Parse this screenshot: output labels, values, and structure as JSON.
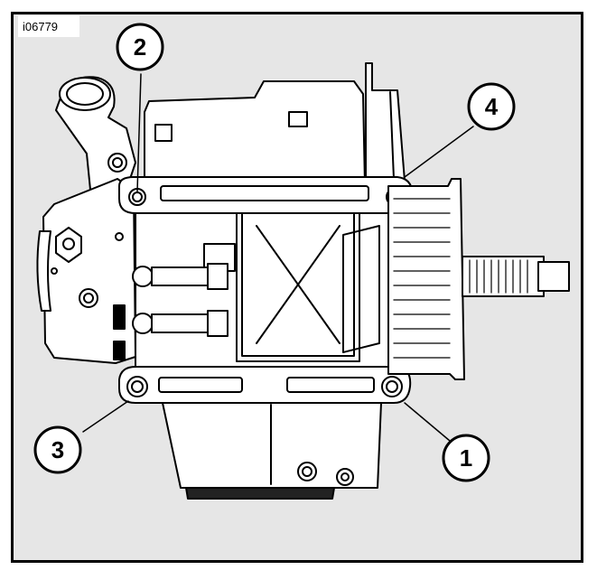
{
  "figure": {
    "id_label": "i06779",
    "title": ""
  },
  "callouts": [
    {
      "label": "1",
      "part": ""
    },
    {
      "label": "2",
      "part": ""
    },
    {
      "label": "3",
      "part": ""
    },
    {
      "label": "4",
      "part": ""
    }
  ],
  "colors": {
    "panel_background": "#e6e6e6",
    "frame_border": "#000000",
    "line": "#000000",
    "callout_fill": "#ffffff",
    "part_fill": "#ffffff"
  }
}
